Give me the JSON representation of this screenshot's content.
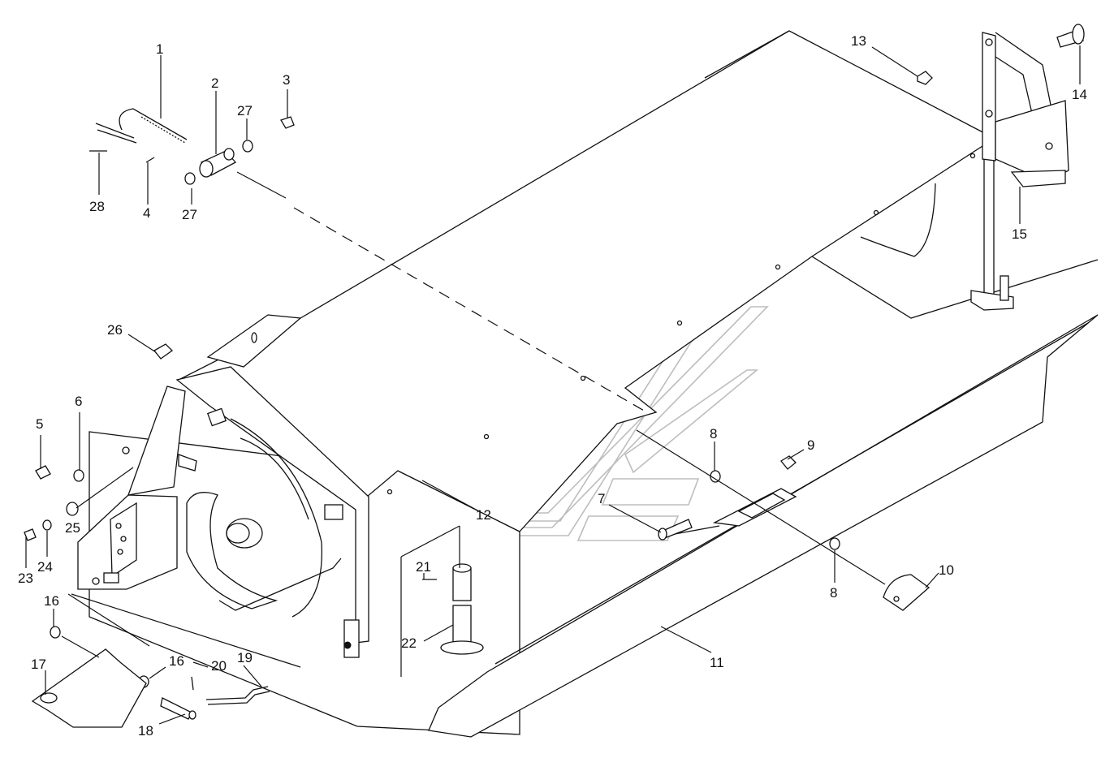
{
  "diagram": {
    "callouts": [
      {
        "id": "p1",
        "label": "1"
      },
      {
        "id": "p2",
        "label": "2"
      },
      {
        "id": "p3",
        "label": "3"
      },
      {
        "id": "p27a",
        "label": "27"
      },
      {
        "id": "p27b",
        "label": "27"
      },
      {
        "id": "p28",
        "label": "28"
      },
      {
        "id": "p4",
        "label": "4"
      },
      {
        "id": "p13",
        "label": "13"
      },
      {
        "id": "p14",
        "label": "14"
      },
      {
        "id": "p15",
        "label": "15"
      },
      {
        "id": "p26",
        "label": "26"
      },
      {
        "id": "p6",
        "label": "6"
      },
      {
        "id": "p5",
        "label": "5"
      },
      {
        "id": "p25",
        "label": "25"
      },
      {
        "id": "p23",
        "label": "23"
      },
      {
        "id": "p24",
        "label": "24"
      },
      {
        "id": "p8a",
        "label": "8"
      },
      {
        "id": "p9",
        "label": "9"
      },
      {
        "id": "p7",
        "label": "7"
      },
      {
        "id": "p12",
        "label": "12"
      },
      {
        "id": "p21",
        "label": "21"
      },
      {
        "id": "p22",
        "label": "22"
      },
      {
        "id": "p8b",
        "label": "8"
      },
      {
        "id": "p10",
        "label": "10"
      },
      {
        "id": "p11",
        "label": "11"
      },
      {
        "id": "p16a",
        "label": "16"
      },
      {
        "id": "p17",
        "label": "17"
      },
      {
        "id": "p16b",
        "label": "16"
      },
      {
        "id": "p20",
        "label": "20"
      },
      {
        "id": "p19",
        "label": "19"
      },
      {
        "id": "p18",
        "label": "18"
      }
    ]
  }
}
